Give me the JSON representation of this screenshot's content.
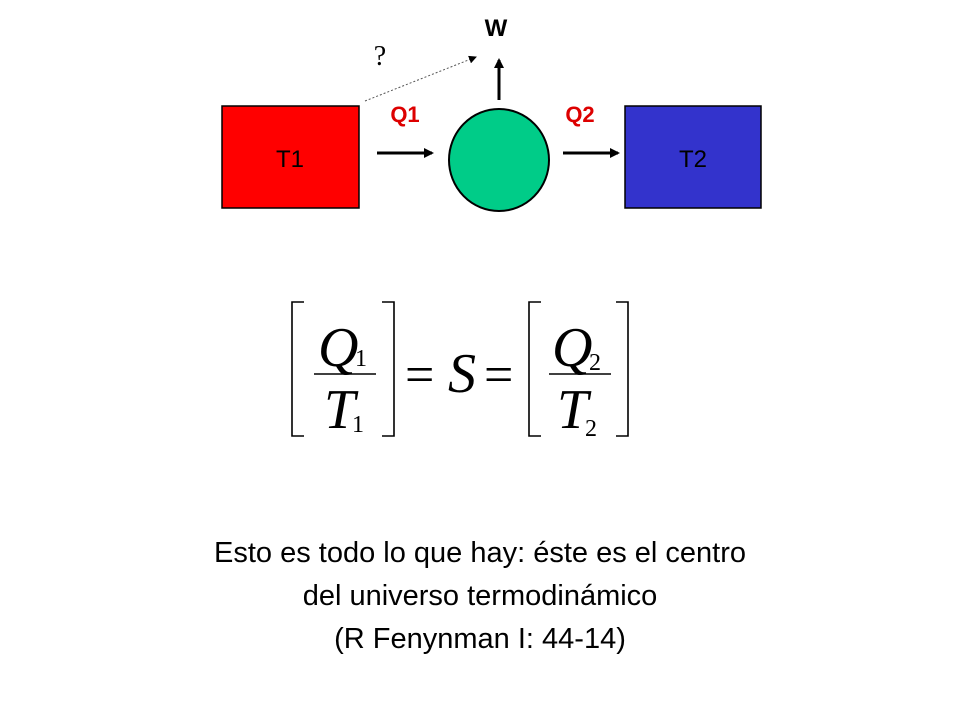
{
  "diagram": {
    "hot_reservoir": {
      "label": "T1",
      "color": "#ff0000"
    },
    "cold_reservoir": {
      "label": "T2",
      "color": "#3333cc"
    },
    "engine": {
      "color": "#00cc88"
    },
    "heat_in_label": "Q1",
    "heat_out_label": "Q2",
    "heat_label_color": "#dd0000",
    "work_label": "W",
    "question_mark": "?"
  },
  "equation": {
    "left_numerator": {
      "symbol": "Q",
      "subscript": "1"
    },
    "left_denominator": {
      "symbol": "T",
      "subscript": "1"
    },
    "equals": "=",
    "middle": "S",
    "right_numerator": {
      "symbol": "Q",
      "subscript": "2"
    },
    "right_denominator": {
      "symbol": "T",
      "subscript": "2"
    }
  },
  "caption": {
    "line1": "Esto es todo lo que hay: éste es el centro",
    "line2": "del universo termodinámico",
    "line3": "(R Fenynman I: 44-14)"
  }
}
